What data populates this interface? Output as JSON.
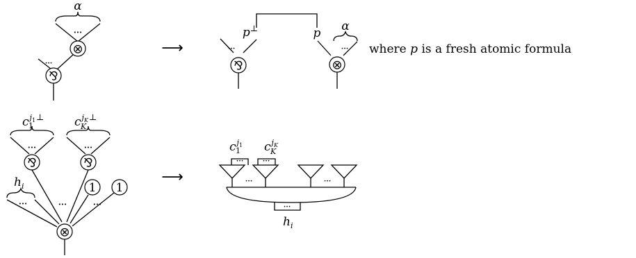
{
  "symbols": {
    "tensor": "⊗",
    "par": "⅋",
    "one": "1",
    "arrow": "⟶",
    "dots": "•••"
  },
  "labels": {
    "alpha": "α",
    "p": "p",
    "p_perp": "p",
    "perp": "⊥",
    "where_prefix": "where ",
    "where_var": "p",
    "where_suffix": " is a fresh atomic formula",
    "h": "h",
    "h_sub": "i",
    "c": "c",
    "c_sub": "1",
    "cK_sub": "K",
    "j1": "j",
    "j1_sub": "1",
    "jK": "j",
    "jK_sub": "K"
  },
  "rules": [
    {
      "name": "rule-1",
      "lhs": "tensor-under-par",
      "rhs": "par-and-tensor-with-axiom-link-on-fresh-atom-p"
    },
    {
      "name": "rule-2",
      "lhs": "tensor-of-pars-and-ones",
      "rhs": "trees-with-bottom-connector"
    }
  ]
}
